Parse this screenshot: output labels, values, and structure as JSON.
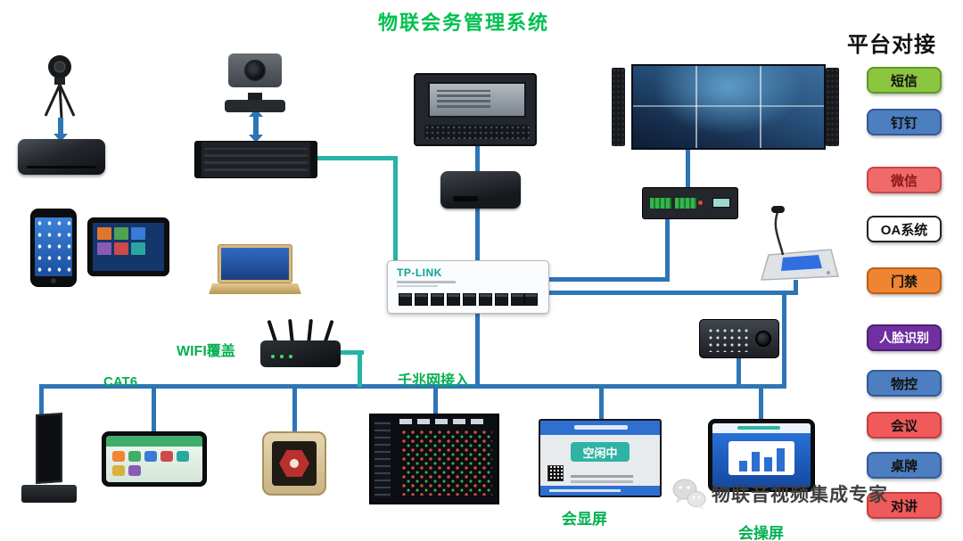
{
  "title": "物联会务管理系统",
  "platform": {
    "title": "平台对接",
    "items": [
      {
        "label": "短信",
        "style": "background:#8cc63f;color:#111;border-color:#5f9a25"
      },
      {
        "label": "钉钉",
        "style": "background:#4d7ebf;color:#111;border-color:#34599c"
      },
      {
        "label": "微信",
        "style": "background:#f16a6a;color:#8b1a1a;border-color:#c84848"
      },
      {
        "label": "OA系统",
        "style": "background:#ffffff;color:#111;border-color:#222"
      },
      {
        "label": "门禁",
        "style": "background:#ef8432;color:#111;border-color:#c05f12"
      },
      {
        "label": "人脸识别",
        "style": "background:#7030a0;color:#ffffff;border-color:#4e1f73"
      },
      {
        "label": "物控",
        "style": "background:#4d7ebf;color:#111;border-color:#34599c"
      },
      {
        "label": "会议",
        "style": "background:#f05a5a;color:#111;border-color:#c43d3d"
      },
      {
        "label": "桌牌",
        "style": "background:#4d7ebf;color:#111;border-color:#34599c"
      },
      {
        "label": "对讲",
        "style": "background:#f05a5a;color:#111;border-color:#c43d3d"
      }
    ]
  },
  "network": {
    "switch_brand": "TP-LINK"
  },
  "annotations": {
    "wifi": "WIFI覆盖",
    "cat6": "CAT6",
    "gigabit": "千兆网接入",
    "display_screen": "会显屏",
    "control_screen": "会操屏"
  },
  "room_sign": {
    "status": "空闲中"
  },
  "footer": {
    "brand": "物联音视频集成专家"
  },
  "colors": {
    "line_blue": "#2e75b6",
    "line_teal": "#26b3a7",
    "label_green": "#00b050",
    "title_green": "#00c050"
  }
}
